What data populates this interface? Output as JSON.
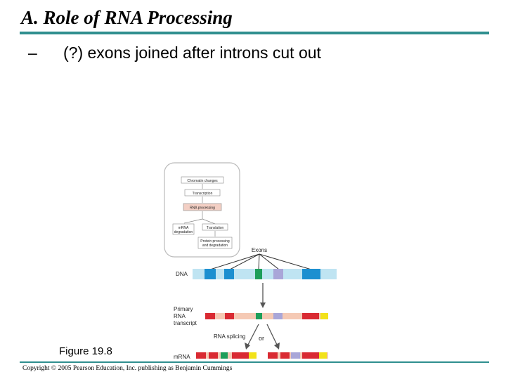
{
  "slide": {
    "title": "A.  Role of RNA Processing",
    "bullet_dash": "–",
    "bullet_text": "(?) exons joined after introns cut out",
    "figure_label": "Figure 19.8",
    "copyright": "Copyright © 2005 Pearson Education, Inc. publishing as Benjamin Cummings"
  },
  "pathway": {
    "chromatin": "Chromatin changes",
    "transcription": "Transcription",
    "rna_processing": "RNA processing",
    "mrna_degradation_1": "mRNA",
    "mrna_degradation_2": "degradation",
    "translation": "Translation",
    "protein_1": "Protein processing",
    "protein_2": "and degradation"
  },
  "diagram": {
    "exons_label": "Exons",
    "dna_label": "DNA",
    "primary_1": "Primary",
    "primary_2": "RNA",
    "primary_3": "transcript",
    "splicing_label": "RNA splicing",
    "or_label": "or",
    "mrna_label": "mRNA"
  },
  "colors": {
    "accent_rule": "#2f8f8f",
    "dna_bar": "#bfe4f2",
    "exon_blue": "#1c8fd0",
    "exon_green": "#1e9e5a",
    "exon_purple": "#a9a6d8",
    "rna_bar": "#f5c9b4",
    "exon_red": "#d92a32",
    "exon_yellow": "#f2e21a",
    "highlight_box": "#f3cfc4"
  }
}
